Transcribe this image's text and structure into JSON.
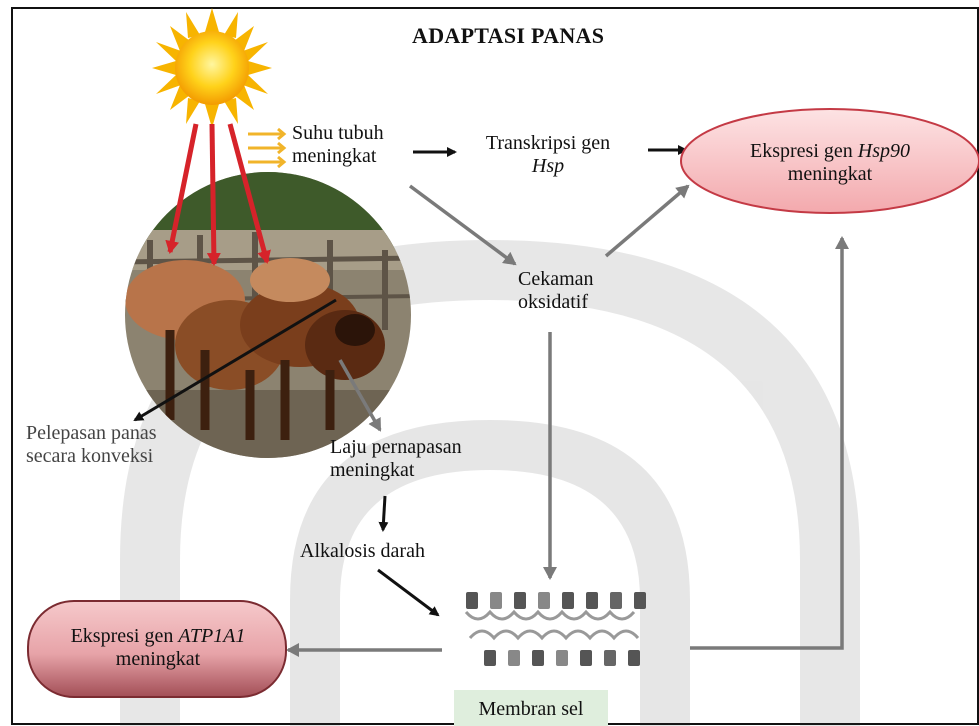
{
  "title": "ADAPTASI PANAS",
  "nodes": {
    "suhu_line1": "Suhu tubuh",
    "suhu_line2": "meningkat",
    "transkripsi_line1": "Transkripsi gen",
    "transkripsi_line2": "Hsp",
    "hsp90_prefix": "Ekspresi gen ",
    "hsp90_gene": "Hsp90",
    "hsp90_line2": "meningkat",
    "cekaman_line1": "Cekaman",
    "cekaman_line2": "oksidatif",
    "pelepasan_line1": "Pelepasan panas",
    "pelepasan_line2": "secara konveksi",
    "laju_line1": "Laju pernapasan",
    "laju_line2": "meningkat",
    "alkalosis": "Alkalosis darah",
    "atp_prefix": "Ekspresi gen ",
    "atp_gene": "ATP1A1",
    "atp_line2": "meningkat",
    "membran": "Membran sel"
  },
  "colors": {
    "hsp90_fill": "#f7c6c8",
    "atp_fill_top": "#f4c4c7",
    "atp_fill_bottom": "#a9555c",
    "sun": "#f7b400",
    "heat_arrow": "#f1b42a",
    "ray": "#d6232a",
    "gray_arrow": "#7a7a7a",
    "black_arrow": "#111111"
  },
  "icons": [
    "sun-icon",
    "heat-arrows-icon",
    "cattle-photo"
  ]
}
